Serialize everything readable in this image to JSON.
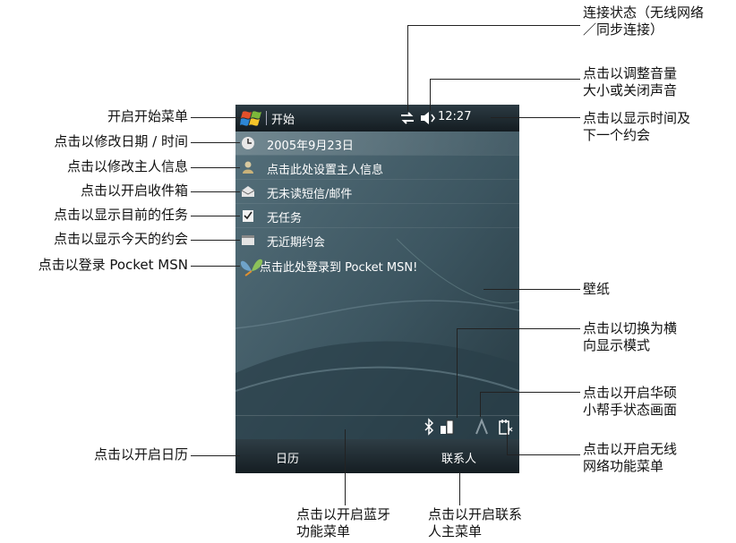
{
  "device": {
    "title_bar": {
      "start_label": "开始",
      "time": "12:27"
    },
    "today_items": [
      {
        "icon": "clock-icon",
        "text": "2005年9月23日"
      },
      {
        "icon": "owner-icon",
        "text": "点击此处设置主人信息"
      },
      {
        "icon": "inbox-icon",
        "text": "无未读短信/邮件"
      },
      {
        "icon": "task-icon",
        "text": "无任务"
      },
      {
        "icon": "calendar-icon",
        "text": "无近期约会"
      }
    ],
    "msn_text": "点击此处登录到 Pocket MSN!",
    "soft_keys": {
      "left": "日历",
      "right": "联系人"
    }
  },
  "annotations": {
    "start_menu": "开启开始菜单",
    "date_time": "点击以修改日期 / 时间",
    "owner": "点击以修改主人信息",
    "inbox": "点击以开启收件箱",
    "tasks": "点击以显示目前的任务",
    "appointments": "点击以显示今天的约会",
    "msn": "点击以登录 Pocket MSN",
    "calendar": "点击以开启日历",
    "connection": [
      "连接状态（无线网络",
      "／同步连接）"
    ],
    "volume": [
      "点击以调整音量",
      "大小或关闭声音"
    ],
    "time": [
      "点击以显示时间及",
      "下一个约会"
    ],
    "wallpaper": "壁纸",
    "rotate": [
      "点击以切换为横",
      "向显示模式"
    ],
    "asus": [
      "点击以开启华硕",
      "小帮手状态画面"
    ],
    "wireless": [
      "点击以开启无线",
      "网络功能菜单"
    ],
    "bluetooth": [
      "点击以开启蓝牙",
      "功能菜单"
    ],
    "contacts": [
      "点击以开启联系",
      "人主菜单"
    ]
  }
}
